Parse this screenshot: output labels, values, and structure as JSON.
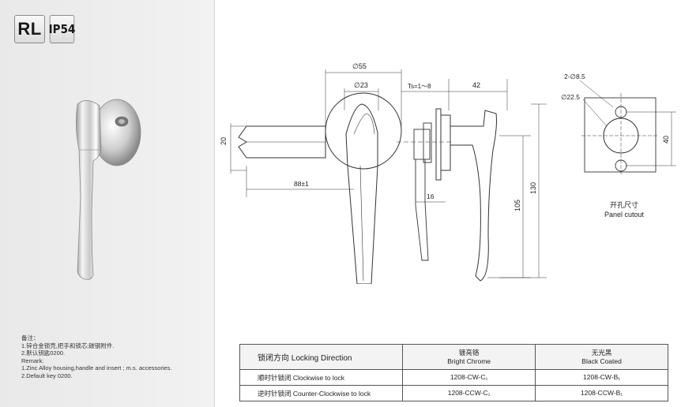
{
  "badges": {
    "model": "RL",
    "rating": "IP54"
  },
  "notes": {
    "title_cn": "备注：",
    "line1_cn": "1.锌合金锁壳,把手和锁芯;碳钢附件.",
    "line2_cn": "2.默认钥匙0200.",
    "title_en": "Remark:",
    "line1_en": "1.Zinc Alloy housing,handle and insert ; m.s. accessories.",
    "line2_en": "2.Default key 0200."
  },
  "drawing": {
    "dim_d55": "∅55",
    "dim_d23": "∅23",
    "dim_ts": "Ts=1～8",
    "dim_42": "42",
    "dim_20": "20",
    "dim_88": "88±1",
    "dim_16": "16",
    "dim_105": "105",
    "dim_130": "130",
    "dim_holes": "2-∅8.5",
    "dim_d225": "∅22.5",
    "dim_40": "40"
  },
  "cutout": {
    "label_cn": "开孔尺寸",
    "label_en": "Panel cutout"
  },
  "table": {
    "header": {
      "col1": "锁闭方向 Locking Direction",
      "col2_cn": "镀亮铬",
      "col2_en": "Bright Chrome",
      "col3_cn": "无光黑",
      "col3_en": "Black Coated"
    },
    "rows": [
      {
        "direction": "顺时针锁闭 Clockwise to lock",
        "chrome": "1208-CW-C₁",
        "black": "1208-CW-B₁"
      },
      {
        "direction": "逆时针锁闭 Counter-Clockwise to lock",
        "chrome": "1208-CCW-C₁",
        "black": "1208-CCW-B₁"
      }
    ]
  },
  "colors": {
    "left_panel": "#ececec",
    "line": "#333333",
    "table_border": "#555555"
  }
}
